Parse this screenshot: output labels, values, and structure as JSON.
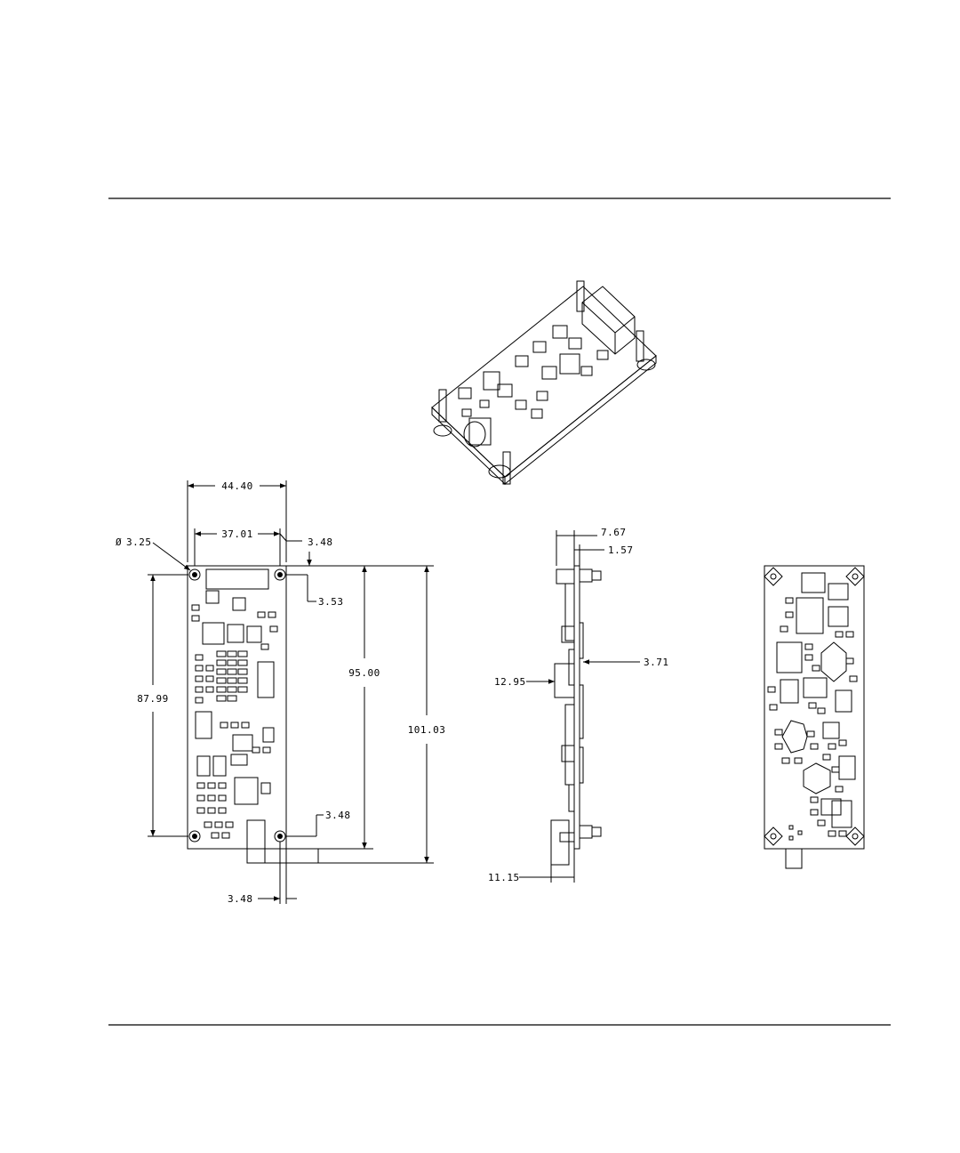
{
  "dimensions": {
    "width_overall": "44.40",
    "width_holes": "37.01",
    "hole_diameter": "3.25",
    "hole_offset_right": "3.48",
    "hole_offset_top": "3.53",
    "hole_spacing_vertical": "87.99",
    "length_holes_to_edge": "95.00",
    "length_overall": "101.03",
    "hole_offset_bottom": "3.48",
    "hole_offset_bottom_x": "3.48",
    "side_height_total": "7.67",
    "board_thickness": "1.57",
    "side_component_height": "3.71",
    "connector_height": "12.95",
    "connector_depth": "11.15"
  },
  "symbols": {
    "diameter": "Ø"
  },
  "colors": {
    "ink": "#000000",
    "paper": "#ffffff"
  }
}
